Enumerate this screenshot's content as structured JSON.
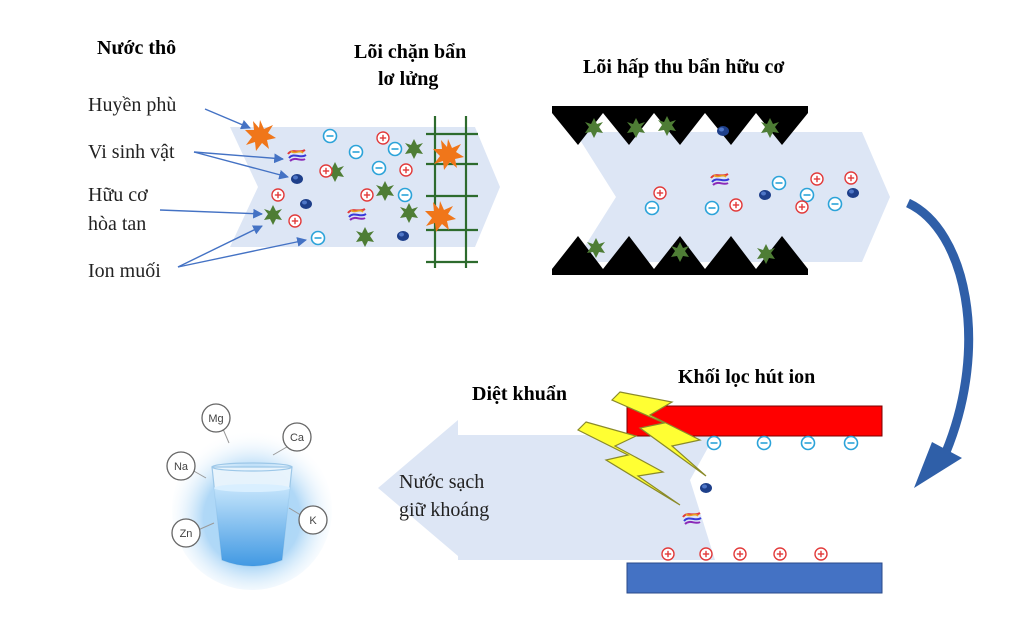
{
  "labels": {
    "raw_water": "Nước thô",
    "suspension": "Huyền phù",
    "microbes": "Vi sinh vật",
    "organic_line1": "Hữu cơ",
    "organic_line2": "hòa tan",
    "salt_ions": "Ion muối",
    "sediment_core_line1": "Lõi chặn bẩn",
    "sediment_core_line2": "lơ lửng",
    "organic_core": "Lõi hấp thu bẩn hữu cơ",
    "ion_block": "Khối lọc hút ion",
    "disinfection": "Diệt khuẩn",
    "clean_line1": "Nước sạch",
    "clean_line2": "giữ khoáng"
  },
  "minerals": [
    "Mg",
    "Ca",
    "Na",
    "K",
    "Zn"
  ],
  "colors": {
    "flow": "#dde6f5",
    "anion": "#2ba3d9",
    "cation": "#e23a3a",
    "organic": "#4e7d35",
    "suspension": "#f0761a",
    "microbe": "#1e3f8a",
    "grid": "#2d6b2d",
    "plate_positive": "#ff0000",
    "plate_negative": "#4472c4",
    "curve_arrow": "#2f5fa8",
    "lightning": "#ffff33"
  }
}
